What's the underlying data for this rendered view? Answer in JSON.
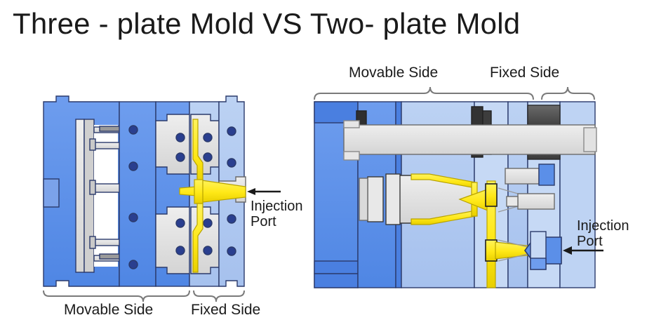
{
  "title": "Three - plate Mold VS  Two- plate Mold",
  "left_diagram": {
    "name": "three-plate-mold",
    "labels": {
      "movable_side": "Movable Side",
      "fixed_side": "Fixed Side",
      "injection_port_line1": "Injection",
      "injection_port_line2": "Port"
    }
  },
  "right_diagram": {
    "name": "two-plate-mold",
    "labels": {
      "movable_side": "Movable Side",
      "fixed_side": "Fixed Side",
      "injection_port_line1": "Injection",
      "injection_port_line2": "Port"
    }
  },
  "colors": {
    "plate_blue": "#5b8fe8",
    "plate_blue_dark": "#4a7fe0",
    "plate_blue_light": "#afc8f0",
    "plate_blue_pale": "#c6d9f5",
    "insert_gray": "#dcdcdc",
    "insert_gray_light": "#e8e8e8",
    "runner_yellow": "#ffe817",
    "pin_navy": "#2a3f8f",
    "steel_dark": "#4a4a4a",
    "outline": "#2b3a6b",
    "text": "#1a1a1a"
  }
}
